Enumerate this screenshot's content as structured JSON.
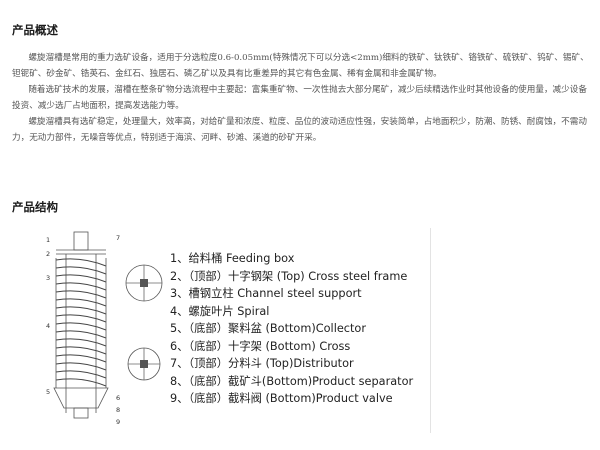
{
  "overview": {
    "title": "产品概述",
    "paragraphs": [
      "螺旋溜槽是常用的重力选矿设备，适用于分选粒度0.6-0.05mm(特殊情况下可以分选<2mm)细料的铁矿、钛铁矿、铬铁矿、硫铁矿、钨矿、锡矿、钽铌矿、砂金矿、锆英石、金红石、独居石、磷乙矿以及具有比重差异的其它有色金属、稀有金属和非金属矿物。",
      "随着选矿技术的发展，溜槽在整条矿物分选流程中主要起：富集重矿物、一次性抛去大部分尾矿，减少后续精选作业时其他设备的使用量，减少设备投资、减少选厂占地面积，提高发选能力等。",
      "螺旋溜槽具有选矿稳定，处理量大，效率高，对给矿量和浓度、粒度、品位的波动适应性强，安装简单，占地面积少，防潮、防锈、耐腐蚀，不需动力，无动力部件，无噪音等优点，特别适于海滨、河畔、砂滩、溪道的砂矿开采。"
    ]
  },
  "structure": {
    "title": "产品结构",
    "legend": [
      "1、给料桶 Feeding box",
      "2、（顶部）十字钢架 (Top) Cross steel frame",
      "3、槽钢立柱 Channel steel support",
      "4、螺旋叶片 Spiral",
      "5、（底部）聚料盆 (Bottom)Collector",
      "6、（底部）十字架 (Bottom) Cross",
      "7、（顶部）分料斗 (Top)Distributor",
      "8、（底部）截矿斗(Bottom)Product separator",
      "9、（底部）截料阀 (Bottom)Product valve"
    ]
  },
  "diagram": {
    "callout_numbers": [
      "1",
      "2",
      "3",
      "4",
      "5",
      "6",
      "7",
      "8",
      "9"
    ]
  }
}
